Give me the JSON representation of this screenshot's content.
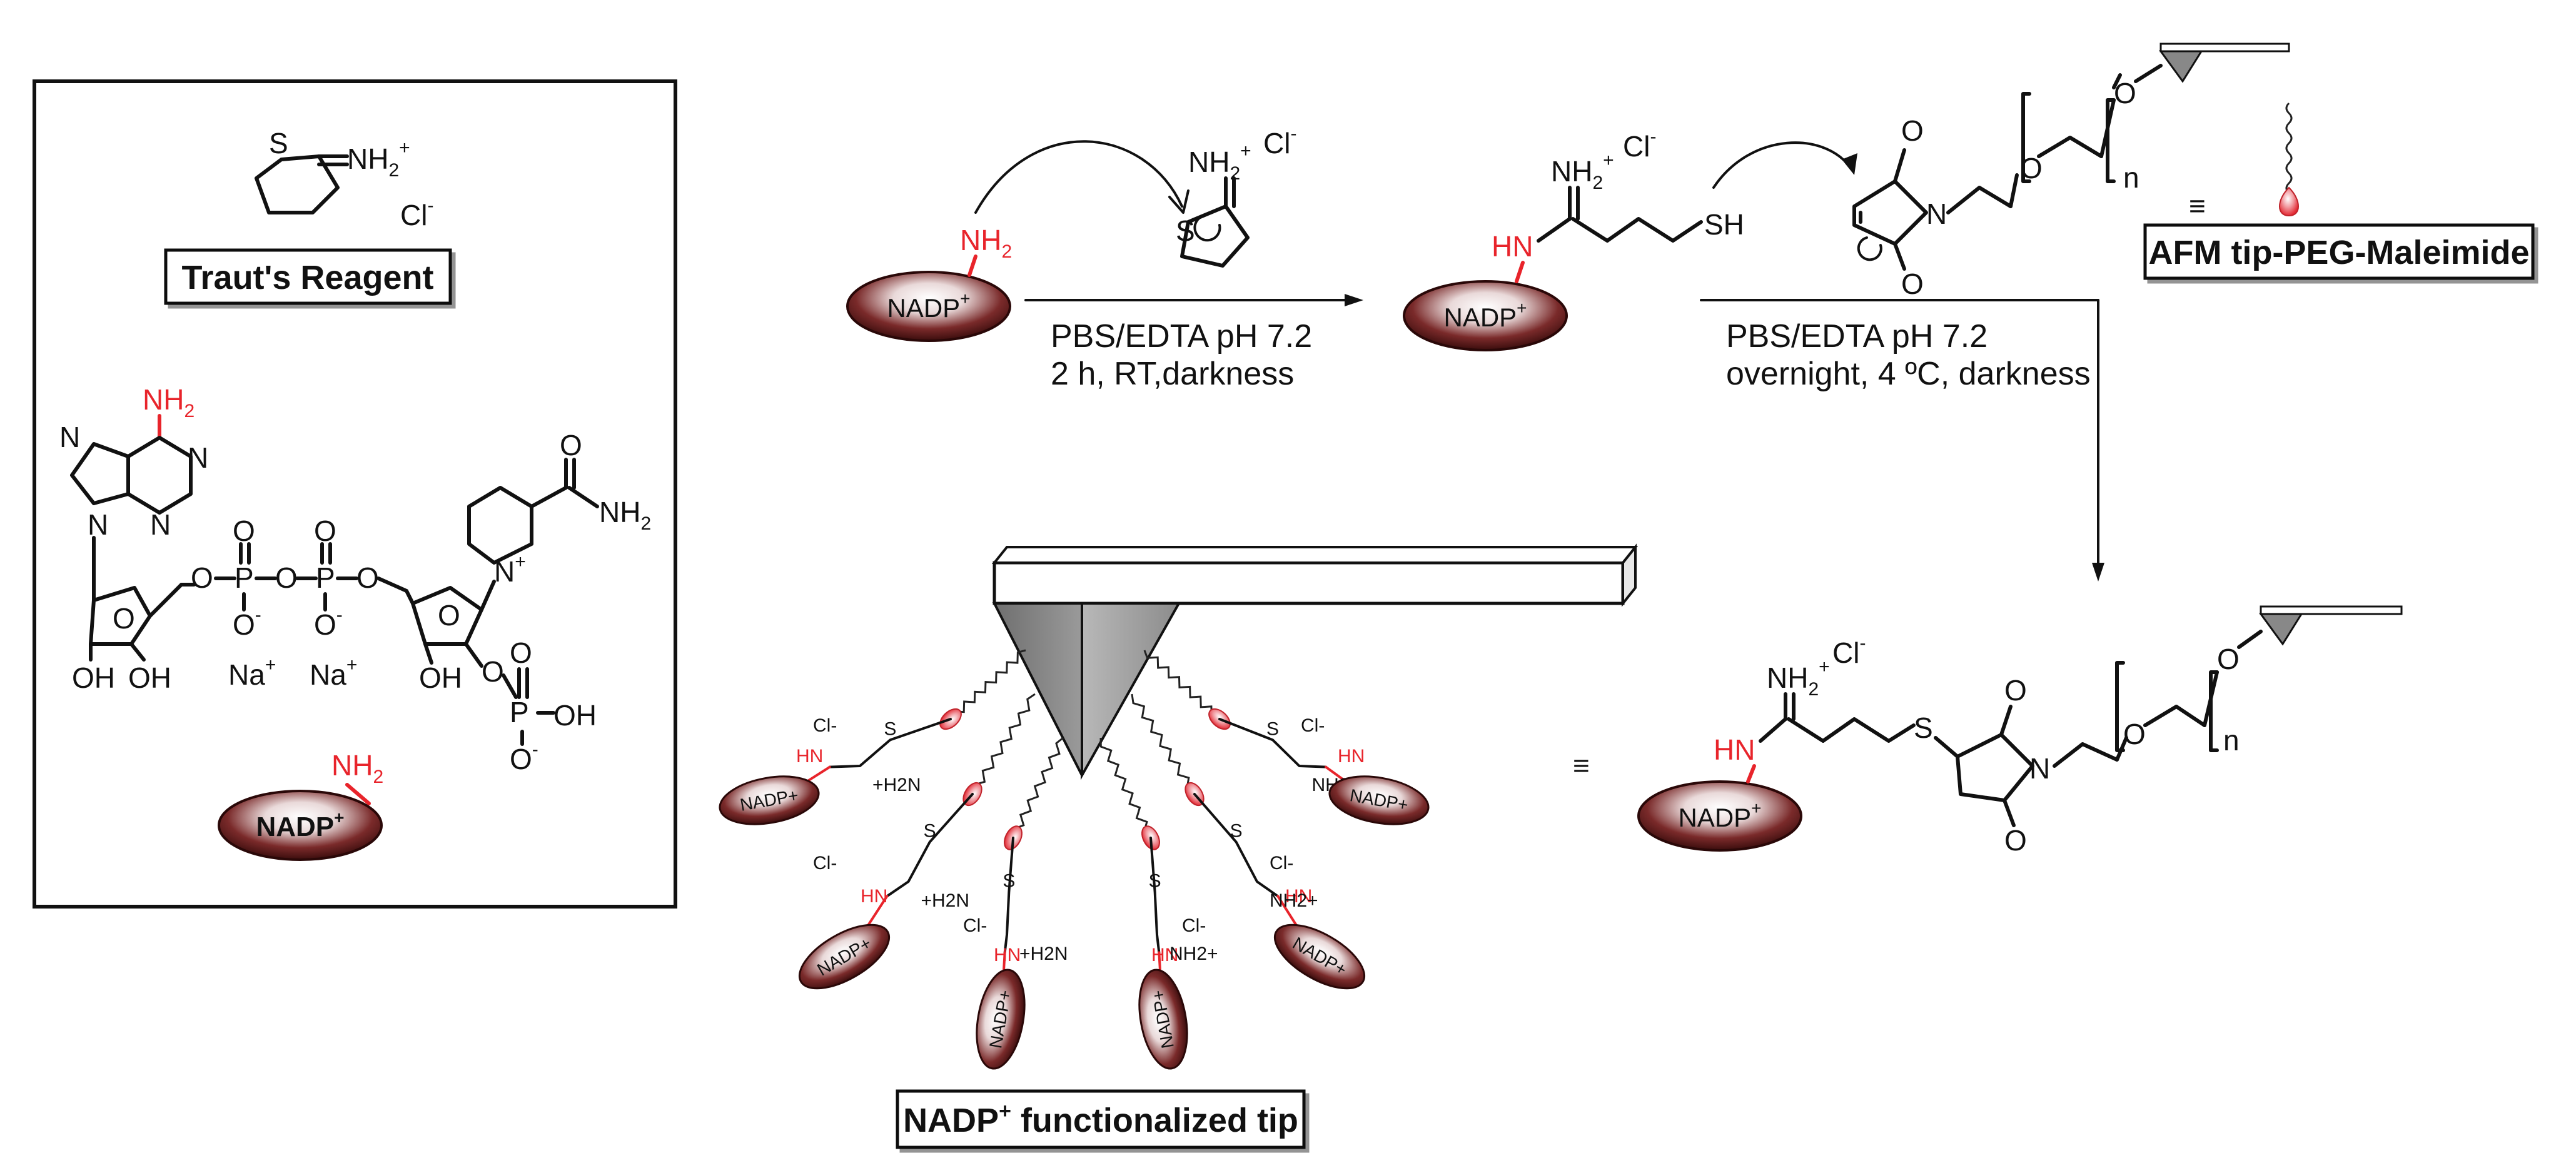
{
  "labels": {
    "trauts_reagent": "Traut's Reagent",
    "afm_tip": "AFM tip-PEG-Maleimide",
    "functionalized_tip_pre": "NADP",
    "functionalized_tip_sup": "+",
    "functionalized_tip_post": " functionalized tip"
  },
  "molecule": {
    "nadp": "NADP",
    "plus": "+",
    "nh2": "NH",
    "sub2": "2",
    "hn": "HN",
    "sh": "SH",
    "s": "S",
    "n": "N",
    "o": "O",
    "p": "P",
    "oh": "OH",
    "na": "Na",
    "cl": "Cl",
    "minus": "-",
    "n_index": "n",
    "h2n": "H",
    "iminium_nh2": "NH",
    "equiv": "≡"
  },
  "conditions": {
    "step1_line1": "PBS/EDTA pH 7.2",
    "step1_line2": "2 h, RT,darkness",
    "step2_line1": "PBS/EDTA pH 7.2",
    "step2_line2": "overnight, 4 ºC, darkness"
  },
  "colors": {
    "amine_red": "#e8242b",
    "nadp_bead_dark": "#4a1414",
    "bond_black": "#111111",
    "tip_gray": "#8a8a8a"
  }
}
